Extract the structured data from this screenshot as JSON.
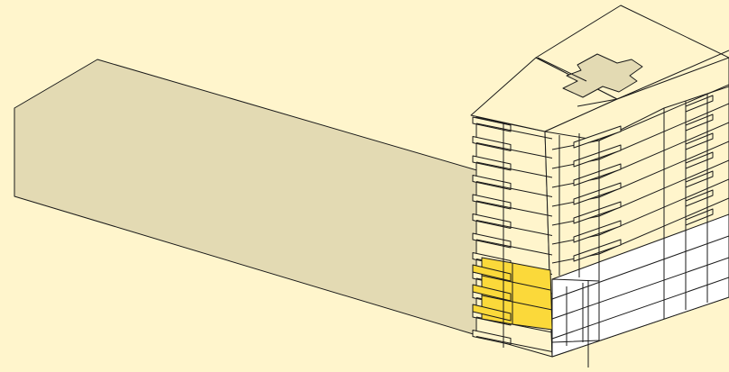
{
  "colors": {
    "background": "#FFF5CC",
    "shadow_block": "#E3DAB3",
    "highlight_units": "#FBD93A",
    "neutral_units": "#FFFFFF",
    "outline": "#1A1A1A"
  },
  "diagram": {
    "floors_total": 12,
    "highlighted_floors": 3,
    "neutral_floors": 3
  }
}
